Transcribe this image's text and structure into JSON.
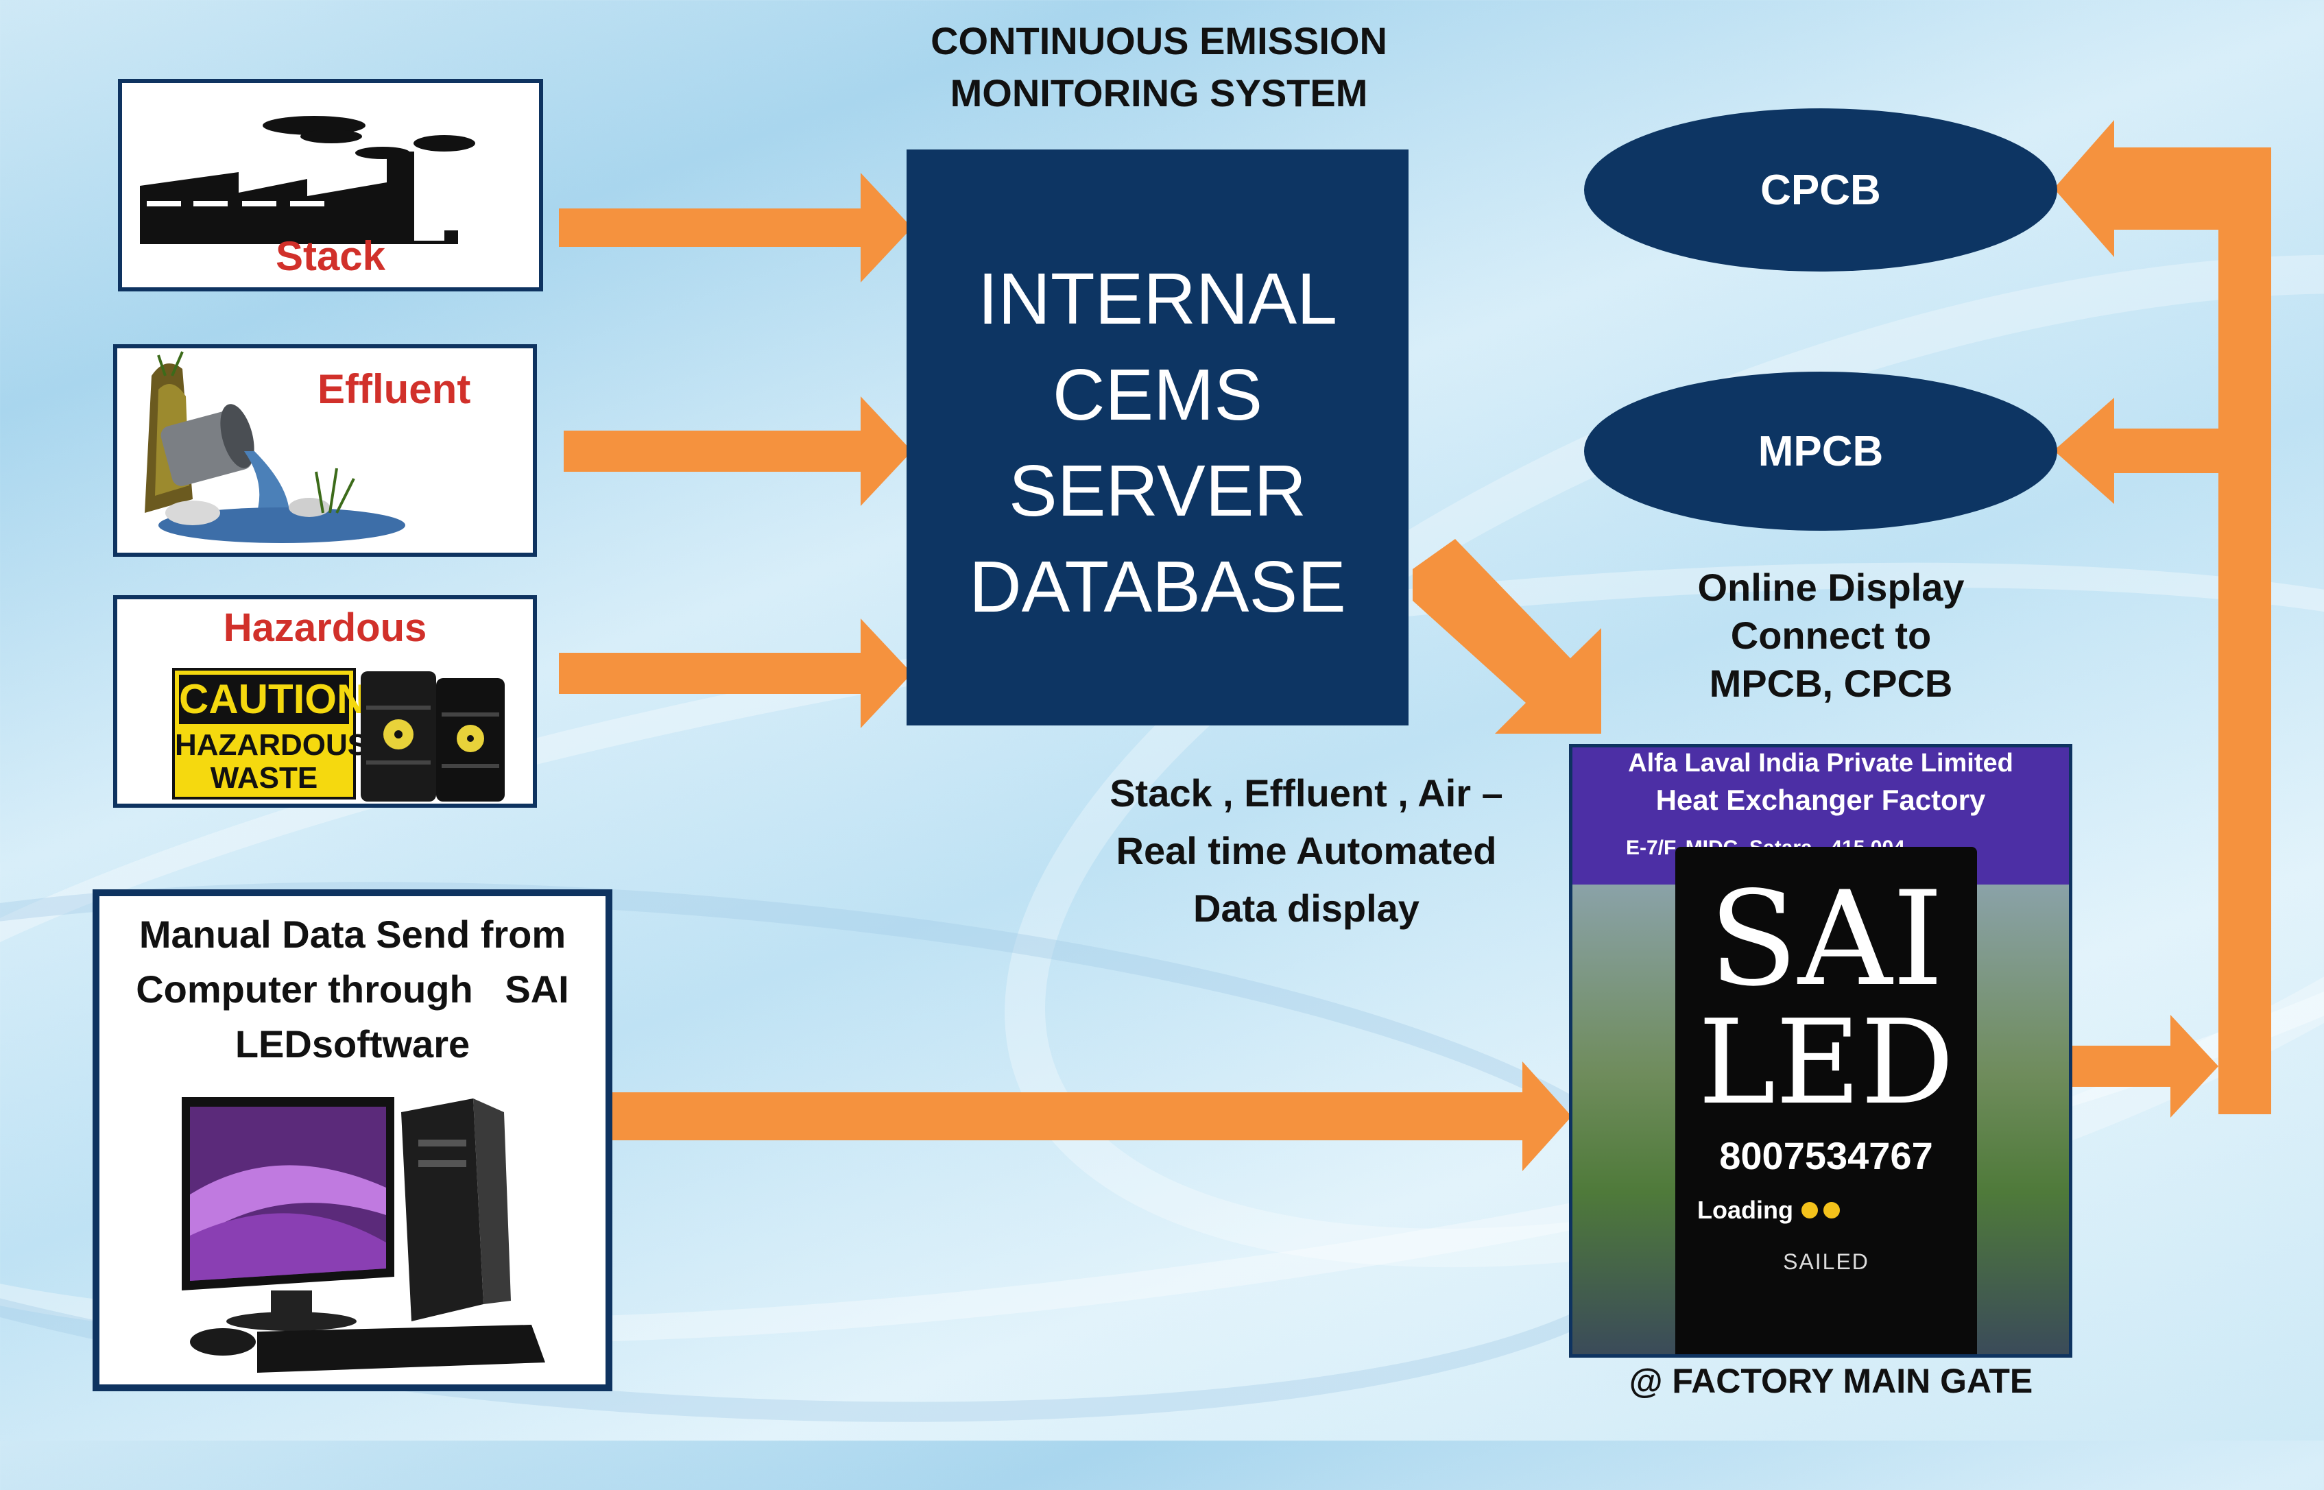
{
  "header": {
    "title_line1": "CONTINUOUS EMISSION",
    "title_line2": "MONITORING SYSTEM"
  },
  "sources": {
    "stack_label": "Stack",
    "effluent_label": "Effluent",
    "hazardous_label": "Hazardous",
    "caution_text": "CAUTION",
    "hazardous_waste_line1": "HAZARDOUS",
    "hazardous_waste_line2": "WASTE"
  },
  "server": {
    "line1": "INTERNAL",
    "line2": "CEMS",
    "line3": "SERVER",
    "line4": "DATABASE"
  },
  "boards": {
    "cpcb": "CPCB",
    "mpcb": "MPCB"
  },
  "online_display": {
    "line1": "Online Display",
    "line2": "Connect to",
    "line3": "MPCB, CPCB"
  },
  "realtime": {
    "line1": "Stack , Effluent , Air –",
    "line2": "Real time Automated",
    "line3": "Data display"
  },
  "manual": {
    "line1": "Manual Data Send from",
    "line2": "Computer through   SAI",
    "line3": "LEDsoftware"
  },
  "led_display": {
    "sign_line1": "Alfa Laval India Private Limited",
    "sign_line2": "Heat Exchanger Factory",
    "sign_line3": "E-7/F, MIDC, Satara - 415 004",
    "brand_top": "SAI",
    "brand_bottom": "LED",
    "phone": "8007534767",
    "loading": "Loading",
    "footer_brand": "SAILED",
    "caption": "@ FACTORY MAIN GATE"
  },
  "colors": {
    "navy": "#0d3563",
    "arrow": "#f5923e",
    "red_label": "#d1302a"
  }
}
